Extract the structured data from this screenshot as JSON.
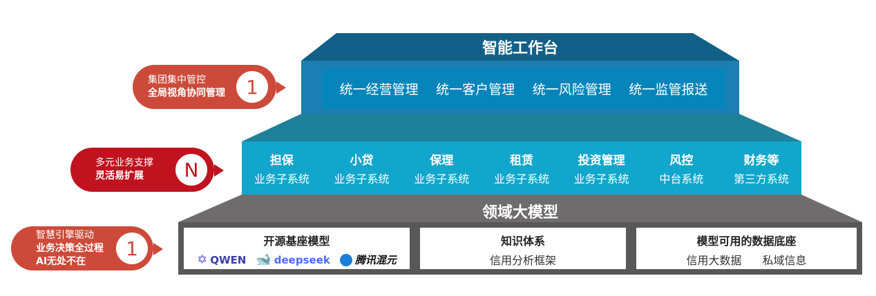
{
  "colors": {
    "top_slope": "#126088",
    "top_face": "#1b7fb3",
    "top_inner": "#0685bb",
    "mid_slope": "#1f8099",
    "mid_face": "#12a6cc",
    "bot_slope": "#6e6c6c",
    "bot_face": "#5a5758",
    "callout_orange": "#cc4a3a",
    "callout_red": "#c0121f"
  },
  "top": {
    "title": "智能工作台",
    "items": [
      "统一经营管理",
      "统一客户管理",
      "统一风险管理",
      "统一监管报送"
    ]
  },
  "middle": {
    "items": [
      {
        "h": "担保",
        "s": "业务子系统"
      },
      {
        "h": "小贷",
        "s": "业务子系统"
      },
      {
        "h": "保理",
        "s": "业务子系统"
      },
      {
        "h": "租赁",
        "s": "业务子系统"
      },
      {
        "h": "投资管理",
        "s": "业务子系统"
      },
      {
        "h": "风控",
        "s": "中台系统"
      },
      {
        "h": "财务等",
        "s": "第三方系统"
      }
    ]
  },
  "bottom": {
    "title": "领域大模型",
    "boxes": [
      {
        "h": "开源基座模型",
        "logos": [
          "QWEN",
          "deepseek",
          "腾讯混元"
        ]
      },
      {
        "h": "知识体系",
        "s": "信用分析框架"
      },
      {
        "h": "模型可用的数据底座",
        "s1": "信用大数据",
        "s2": "私域信息"
      }
    ]
  },
  "callouts": [
    {
      "l1": "集团集中管控",
      "l2": "全局视角协同管理",
      "badge": "1"
    },
    {
      "l1": "多元业务支撑",
      "l2": "灵活易扩展",
      "badge": "N"
    },
    {
      "l1": "智慧引擎驱动",
      "l2": "业务决策全过程",
      "l3": "AI无处不在",
      "badge": "1"
    }
  ]
}
